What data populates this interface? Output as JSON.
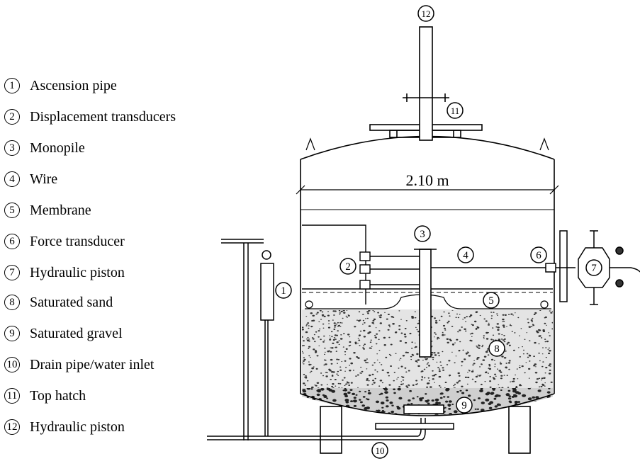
{
  "legend": [
    {
      "num": "1",
      "text": "Ascension pipe"
    },
    {
      "num": "2",
      "text": "Displacement transducers"
    },
    {
      "num": "3",
      "text": "Monopile"
    },
    {
      "num": "4",
      "text": "Wire"
    },
    {
      "num": "5",
      "text": "Membrane"
    },
    {
      "num": "6",
      "text": "Force transducer"
    },
    {
      "num": "7",
      "text": "Hydraulic piston"
    },
    {
      "num": "8",
      "text": "Saturated sand"
    },
    {
      "num": "9",
      "text": "Saturated gravel"
    },
    {
      "num": "10",
      "text": "Drain pipe/water inlet"
    },
    {
      "num": "11",
      "text": "Top hatch"
    },
    {
      "num": "12",
      "text": "Hydraulic piston"
    }
  ],
  "dimension": {
    "label": "2.10 m"
  },
  "callouts": {
    "c1": "1",
    "c2": "2",
    "c3": "3",
    "c4": "4",
    "c5": "5",
    "c6": "6",
    "c7": "7",
    "c8": "8",
    "c9": "9",
    "c10": "10",
    "c11": "11",
    "c12": "12"
  }
}
